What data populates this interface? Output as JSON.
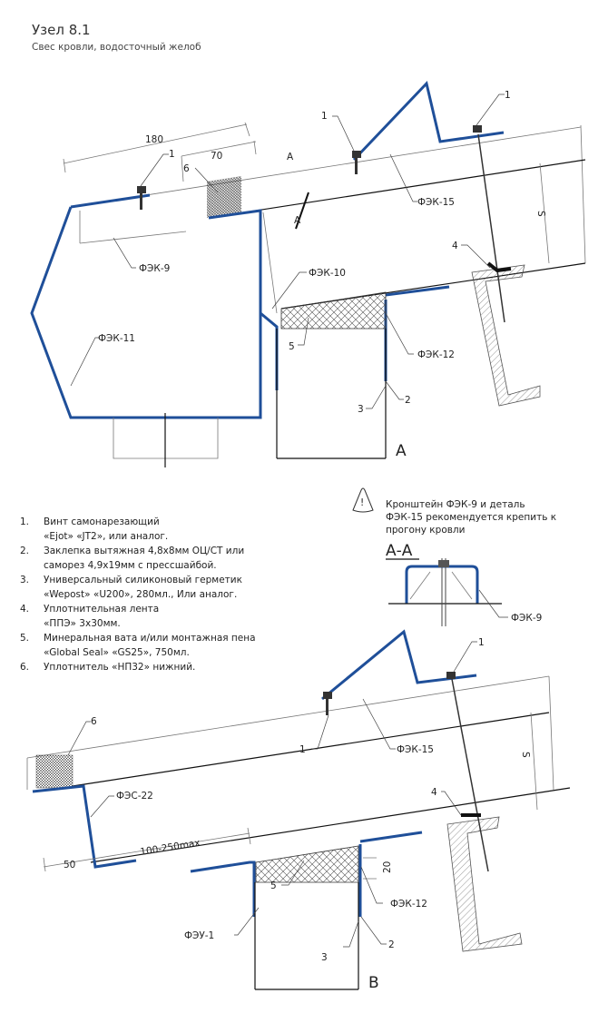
{
  "header": {
    "title": "Узел 8.1",
    "subtitle": "Свес кровли, водосточный желоб"
  },
  "legend": [
    {
      "num": "1.",
      "lines": [
        "Винт самонарезающий",
        "«Ejot» «JT2», или аналог."
      ]
    },
    {
      "num": "2.",
      "lines": [
        "Заклепка вытяжная 4,8х8мм ОЦ/СТ или",
        "саморез 4,9х19мм с прессшайбой."
      ]
    },
    {
      "num": "3.",
      "lines": [
        "Универсальный силиконовый герметик",
        "«Wepost» «U200», 280мл., Или аналог."
      ]
    },
    {
      "num": "4.",
      "lines": [
        "Уплотнительная лента",
        "«ППЭ» 3х30мм."
      ]
    },
    {
      "num": "5.",
      "lines": [
        "Минеральная вата и/или монтажная пена",
        "«Global Seal» «GS25», 750мл."
      ]
    },
    {
      "num": "6.",
      "lines": [
        "Уплотнитель «НП32» нижний."
      ]
    }
  ],
  "note": {
    "icon": "warning-icon",
    "mark": "!",
    "lines": [
      "Кронштейн ФЭК-9  и деталь",
      "ФЭК-15 рекомендуется крепить к",
      "прогону кровли"
    ]
  },
  "section": {
    "title": "А-А",
    "label": "ФЭК-9"
  },
  "diagram_a": {
    "view_label": "А",
    "cut_mark": "А",
    "dims": {
      "d180": "180",
      "d70": "70",
      "s": "S"
    },
    "callouts": {
      "c1a": "1",
      "c1b": "1",
      "c1c": "1",
      "c2": "2",
      "c3": "3",
      "c4": "4",
      "c5": "5",
      "c6": "6",
      "fek9": "ФЭК-9",
      "fek10": "ФЭК-10",
      "fek11": "ФЭК-11",
      "fek12": "ФЭК-12",
      "fek15": "ФЭК-15"
    }
  },
  "diagram_b": {
    "view_label": "В",
    "dims": {
      "d50": "50",
      "d100": "100-250max",
      "d20": "20",
      "s": "S"
    },
    "callouts": {
      "c1a": "1",
      "c1b": "1",
      "c2": "2",
      "c3": "3",
      "c4": "4",
      "c5": "5",
      "c6": "6",
      "fes22": "ФЭС-22",
      "feu1": "ФЭУ-1",
      "fek12": "ФЭК-12",
      "fek15": "ФЭК-15"
    }
  },
  "colors": {
    "profile": "#1f4f99"
  }
}
